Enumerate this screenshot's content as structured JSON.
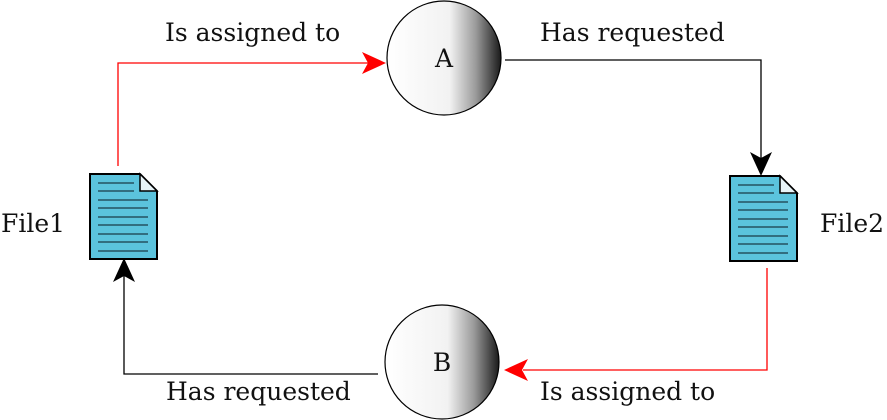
{
  "diagram": {
    "processes": {
      "a": {
        "label": "A"
      },
      "b": {
        "label": "B"
      }
    },
    "files": {
      "file1": {
        "label": "File1",
        "icon": "document-icon"
      },
      "file2": {
        "label": "File2",
        "icon": "document-icon"
      }
    },
    "edges": {
      "file1_to_a": {
        "label": "Is assigned to",
        "color": "#ff0000"
      },
      "a_to_file2": {
        "label": "Has requested",
        "color": "#000000"
      },
      "file2_to_b": {
        "label": "Is assigned to",
        "color": "#ff0000"
      },
      "b_to_file1": {
        "label": "Has requested",
        "color": "#000000"
      }
    },
    "colors": {
      "file_fill": "#5bc3dd",
      "file_stroke": "#000000",
      "process_gradient_light": "#ffffff",
      "process_gradient_dark": "#1a1a1a"
    }
  }
}
